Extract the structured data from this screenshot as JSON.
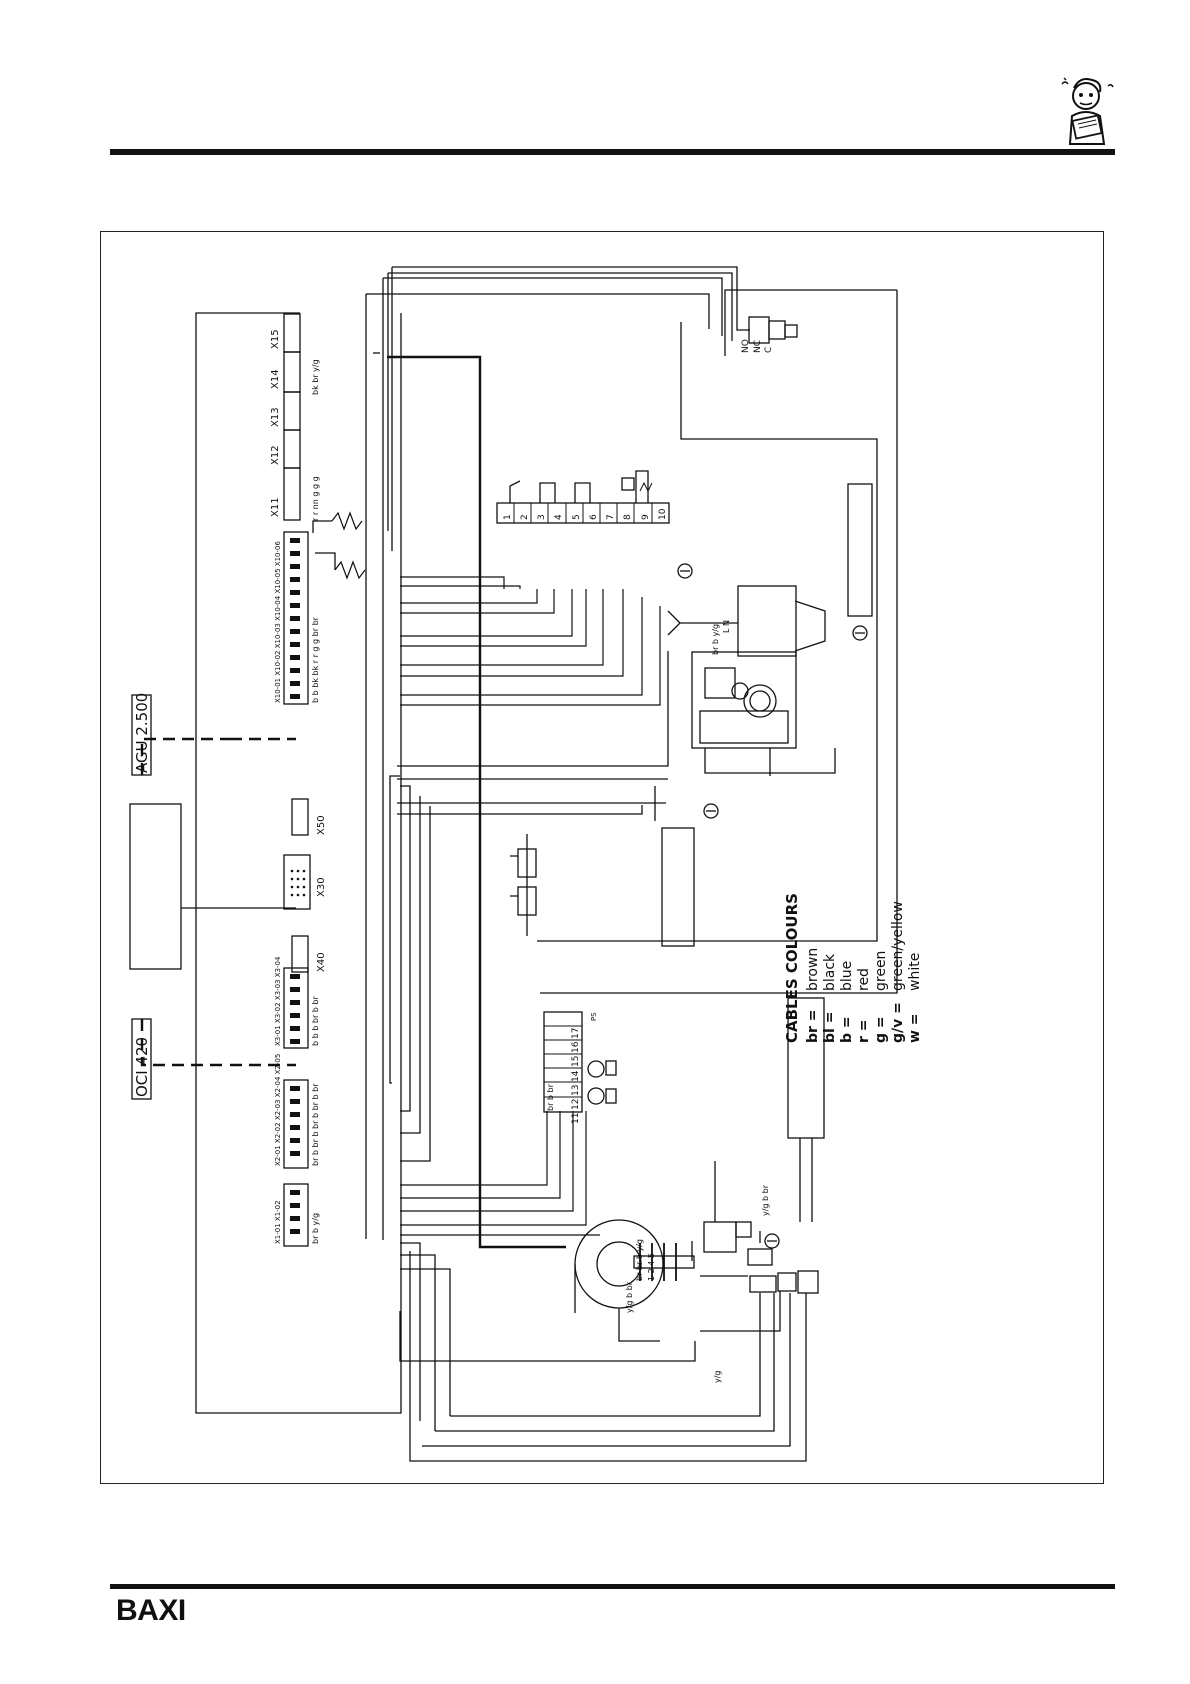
{
  "brand": {
    "name": "BAXI"
  },
  "diagram": {
    "boxes": {
      "oci": "OCI 420",
      "agu": "AGU 2.500"
    },
    "sockets": {
      "x40": "X40",
      "x30": "X30",
      "x50": "X50"
    },
    "connectors": {
      "x11": "X11",
      "x12": "X12",
      "x13": "X13",
      "x14": "X14",
      "x15": "X15"
    },
    "terminals_a": [
      "1",
      "2",
      "3",
      "4",
      "5",
      "6",
      "7",
      "8",
      "9",
      "10"
    ],
    "terminals_b": [
      "11",
      "12",
      "13",
      "14",
      "15",
      "16",
      "17"
    ],
    "ps_label": "PS",
    "pressure_switch": {
      "no": "NO",
      "nc": "NC",
      "c": "C"
    },
    "group_labels": {
      "x10": "X10-01 X10-02 X10-03 X10-04 X10-05 X10-06",
      "x3": "X3-01 X3-02 X3-03 X3-04",
      "x2": "X2-01 X2-02 X2-03 X2-04 X2-05",
      "x1": "X1-01 X1-02"
    },
    "wire_labels": {
      "x10": "b b bk bk r r g g br br",
      "x11": "r r nn g g g",
      "x14": "bk br y/g",
      "x3": "b b b br b br",
      "x2": "br b br b br b br b br",
      "x1": "br b y/g",
      "fan": "br br b y/g",
      "fan_pins": "1 2 4 5",
      "fan_out": "y/g b br",
      "transformer": "br b y/g",
      "block": "y/g b br",
      "earth_left": "y/g",
      "valve_base": "L N",
      "term_small": "br b br"
    },
    "legend": {
      "title": "CABLES COLOURS",
      "entries": [
        {
          "code": "br =",
          "name": "brown"
        },
        {
          "code": "bl =",
          "name": "black"
        },
        {
          "code": "b =",
          "name": "blue"
        },
        {
          "code": "r =",
          "name": "red"
        },
        {
          "code": "g =",
          "name": "green"
        },
        {
          "code": "g/v =",
          "name": "green/yellow"
        },
        {
          "code": "w =",
          "name": "white"
        }
      ]
    }
  }
}
